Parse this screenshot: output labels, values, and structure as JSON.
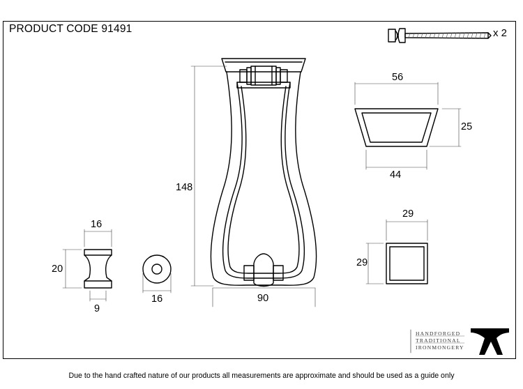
{
  "title": "PRODUCT CODE 91491",
  "screw_quantity": "x 2",
  "dimensions": {
    "overall_height": "148",
    "overall_width": "90",
    "plate_top_width": "56",
    "plate_height": "25",
    "plate_bottom_width": "44",
    "square_width": "29",
    "square_height": "29",
    "spacer_top_width": "16",
    "spacer_height": "20",
    "spacer_bottom_width": "9",
    "washer_diameter": "16"
  },
  "brand": {
    "line1": "HANDFORGED",
    "line2": "TRADITIONAL",
    "line3": "IRONMONGERY"
  },
  "footer_note": "Due to the hand crafted nature of our products all measurements are approximate and should be used as a guide only"
}
